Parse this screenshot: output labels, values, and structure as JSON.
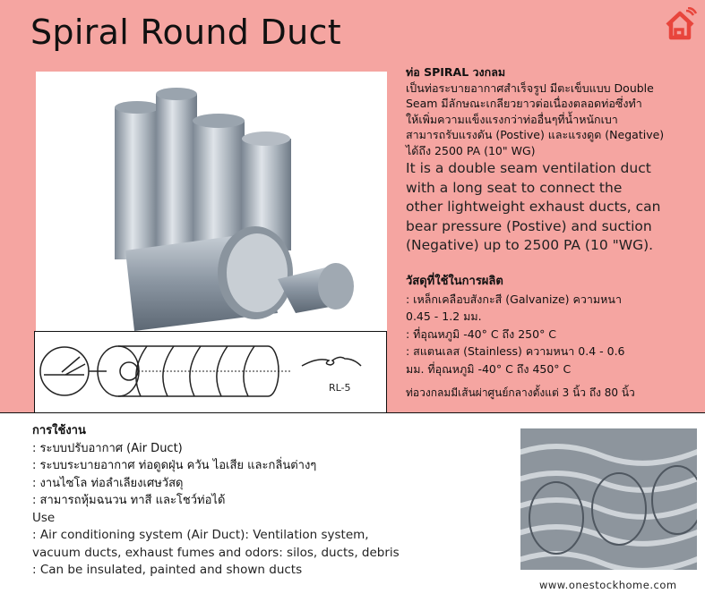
{
  "header": {
    "title": "Spiral Round Duct",
    "logo_icon": "smart-home-icon",
    "logo_color": "#e8453c"
  },
  "description": {
    "heading": "ท่อ SPIRAL วงกลม",
    "thai_lines": [
      "เป็นท่อระบายอากาศสำเร็จรูป มีตะเข็บแบบ Double",
      "Seam มีลักษณะเกลียวยาวต่อเนื่องตลอดท่อซึ่งทำ",
      "ให้เพิ่มความแข็งแรงกว่าท่ออื่นๆที่น้ำหนักเบา",
      "สามารถรับแรงดัน (Postive) และแรงดูด (Negative)",
      "ได้ถึง 2500 PA (10\" WG)"
    ],
    "english_lines": [
      "It is a double seam ventilation duct",
      "with a long seat to connect the",
      "other lightweight exhaust ducts, can",
      "bear pressure (Postive) and suction",
      "(Negative) up to 2500 PA (10 \"WG)."
    ]
  },
  "materials": {
    "heading": "วัสดุที่ใช้ในการผลิต",
    "lines": [
      ": เหล็กเคลือบสังกะสี (Galvanize) ความหนา",
      "0.45 - 1.2 มม.",
      ": ที่อุณหภูมิ -40° C ถึง 250° C",
      ": สแตนเลส (Stainless) ความหนา 0.4 - 0.6",
      "มม. ที่อุณหภูมิ -40° C ถึง 450° C"
    ],
    "note": "ท่อวงกลมมีเส้นผ่าศูนย์กลางตั้งแต่ 3 นิ้ว ถึง 80 นิ้ว"
  },
  "diagram": {
    "label": "RL-5"
  },
  "uses": {
    "heading": "การใช้งาน",
    "thai_lines": [
      ": ระบบปรับอากาศ (Air Duct)",
      ": ระบบระบายอากาศ ท่อดูดฝุ่น ควัน ไอเสีย และกลิ่นต่างๆ",
      ": งานไซโล ท่อลำเลียงเศษวัสดุ",
      ": สามารถหุ้มฉนวน ทาสี และโชว์ท่อได้"
    ],
    "en_heading": "Use",
    "english_lines": [
      ": Air conditioning system (Air Duct): Ventilation system,",
      "vacuum ducts, exhaust fumes and odors: silos, ducts, debris",
      ": Can be insulated, painted and shown ducts"
    ]
  },
  "footer": {
    "url": "www.onestockhome.com"
  }
}
